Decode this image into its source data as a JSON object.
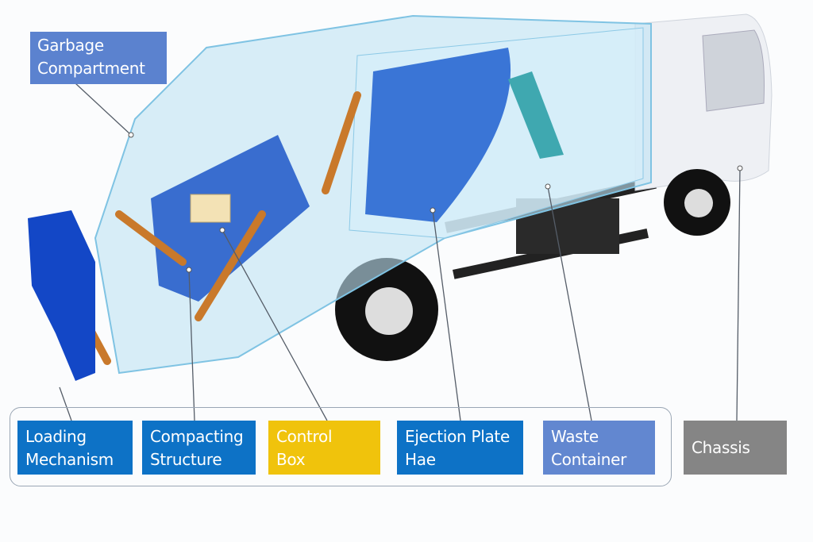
{
  "title_label": {
    "line1": "Garbage",
    "line2": "Compartment"
  },
  "labels": [
    {
      "line1": "Loading",
      "line2": "Mechanism",
      "color": "#0d72c6"
    },
    {
      "line1": "Compacting",
      "line2": "Structure",
      "color": "#0d72c6"
    },
    {
      "line1": "Control",
      "line2": "Box",
      "color": "#f0c30c"
    },
    {
      "line1": "Ejection Plate",
      "line2": "Hae",
      "color": "#0d72c6"
    },
    {
      "line1": "Waste",
      "line2": "Container",
      "color": "#6287d0"
    }
  ],
  "chassis_label": {
    "text": "Chassis",
    "color": "#858585"
  },
  "colors": {
    "garbage": "#5b82cf",
    "glass": "#bfe3f3",
    "plate": "#1e5fd0",
    "cab": "#eef0f4"
  }
}
